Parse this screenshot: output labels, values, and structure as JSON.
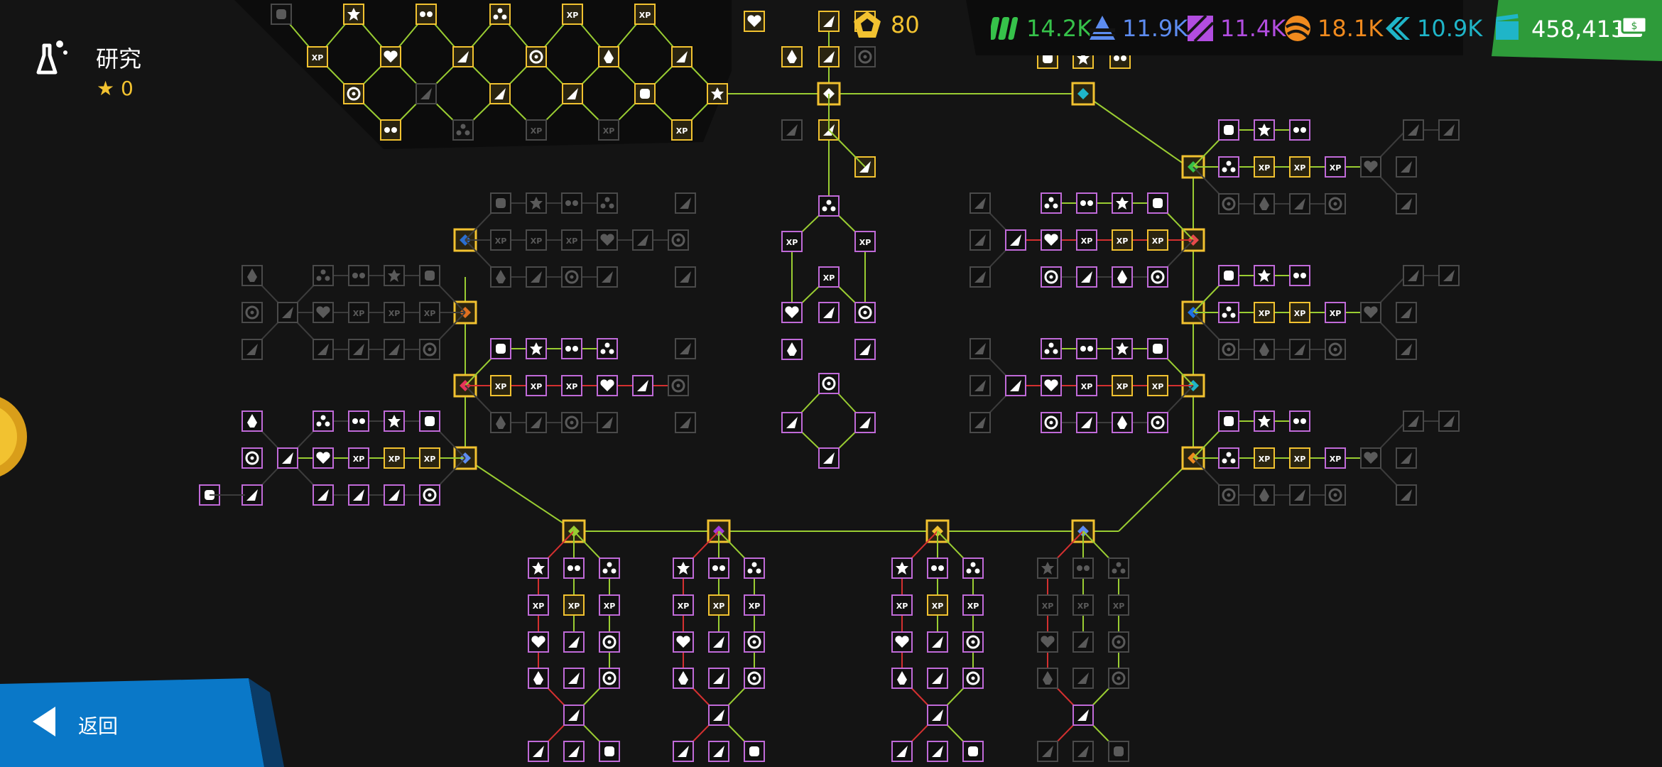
{
  "header": {
    "title": "研究",
    "stars_count": "0",
    "currency": {
      "value": "80",
      "color": "#f2c230"
    },
    "resources": [
      {
        "name": "green",
        "value": "14.2K",
        "color": "#36c24a"
      },
      {
        "name": "blue",
        "value": "11.9K",
        "color": "#5d8cf0"
      },
      {
        "name": "purple",
        "value": "11.4K",
        "color": "#b24de0"
      },
      {
        "name": "orange",
        "value": "18.1K",
        "color": "#f08a1e"
      },
      {
        "name": "cyan",
        "value": "10.9K",
        "color": "#1fb5c8"
      }
    ],
    "money": {
      "value": "458,413",
      "color": "#2e9b3a"
    }
  },
  "footer": {
    "back_label": "返回"
  },
  "colors": {
    "node_active_border": "#f2c230",
    "node_available_border": "#c06ad8",
    "node_locked_border": "#4a4a4a",
    "line_active": "#9acd32",
    "line_available": "#d43030",
    "line_locked": "#3c3c3c"
  },
  "node_icons": [
    "fist-icon",
    "star-icon",
    "double-star-icon",
    "tri-dots-icon",
    "xp-icon",
    "xp-plus-icon",
    "xp-max-icon",
    "heart-icon",
    "pen-icon",
    "swirl-icon",
    "rocket-icon",
    "lightning-icon",
    "cog-icon",
    "coin-icon",
    "drink-icon",
    "pentagon-icon"
  ]
}
